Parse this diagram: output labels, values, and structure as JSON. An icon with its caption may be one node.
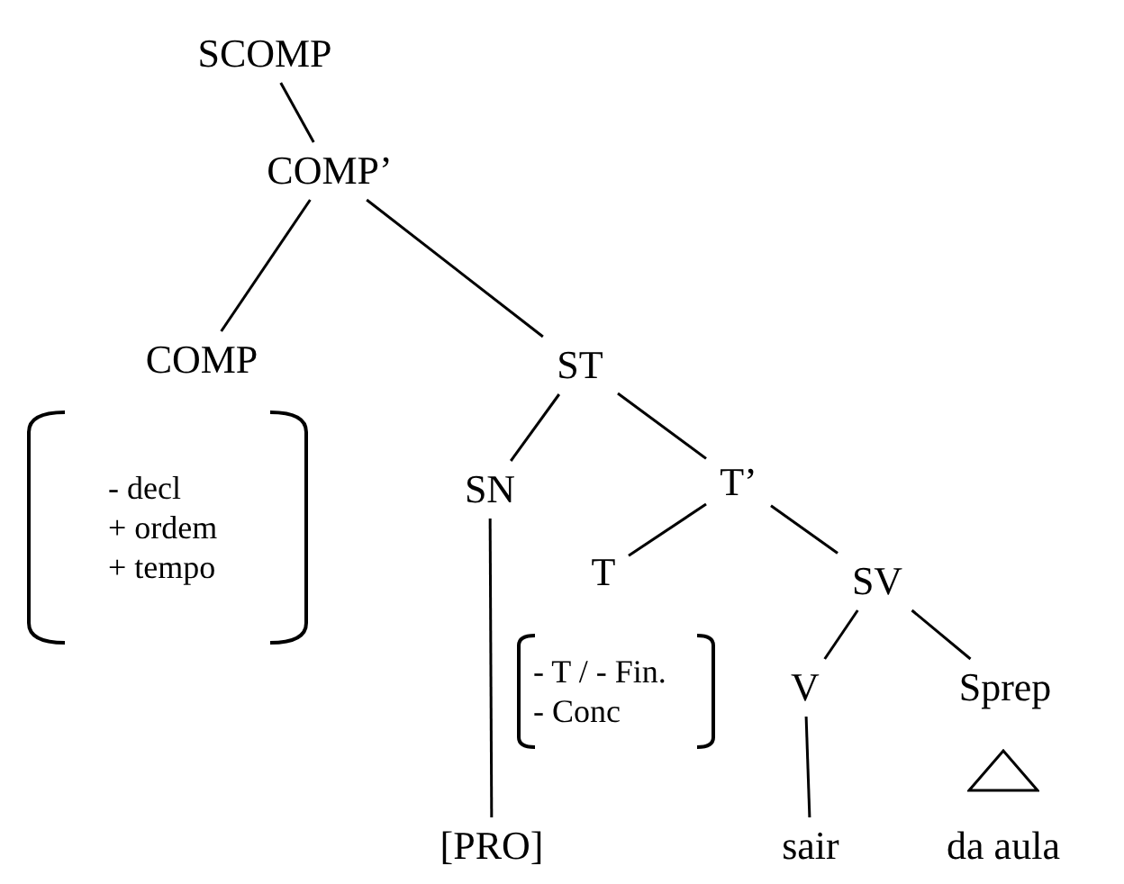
{
  "diagram": {
    "nodes": [
      {
        "text": [
          "SCOMP"
        ]
      },
      {
        "text": [
          "COMP’"
        ]
      },
      {
        "text": [
          "COMP"
        ]
      },
      {
        "text": [
          "- decl",
          "+ ordem",
          "+ tempo"
        ]
      },
      {
        "text": [
          "ST"
        ]
      },
      {
        "text": [
          "SN"
        ]
      },
      {
        "text": [
          "T’"
        ]
      },
      {
        "text": [
          "T"
        ]
      },
      {
        "text": [
          "- T / - Fin.",
          "- Conc"
        ]
      },
      {
        "text": [
          "SV"
        ]
      },
      {
        "text": [
          "V"
        ]
      },
      {
        "text": [
          "Sprep"
        ]
      },
      {
        "text": [],
        "shape": "triangle"
      },
      {
        "text": [
          "[PRO]"
        ]
      },
      {
        "text": [
          "sair"
        ]
      },
      {
        "text": [
          "da aula"
        ]
      }
    ],
    "edges": [
      {
        "from": 0,
        "to": 1,
        "arrow": "none"
      },
      {
        "from": 1,
        "to": 2,
        "arrow": "none"
      },
      {
        "from": 1,
        "to": 4,
        "arrow": "none"
      },
      {
        "from": 4,
        "to": 5,
        "arrow": "none"
      },
      {
        "from": 4,
        "to": 6,
        "arrow": "none"
      },
      {
        "from": 6,
        "to": 7,
        "arrow": "none"
      },
      {
        "from": 6,
        "to": 9,
        "arrow": "none"
      },
      {
        "from": 9,
        "to": 10,
        "arrow": "none"
      },
      {
        "from": 9,
        "to": 11,
        "arrow": "none"
      },
      {
        "from": 5,
        "to": 13,
        "arrow": "none"
      },
      {
        "from": 10,
        "to": 14,
        "arrow": "none"
      }
    ]
  }
}
